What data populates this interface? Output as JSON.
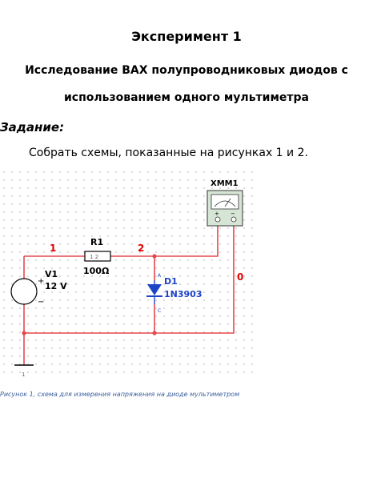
{
  "document": {
    "title": "Эксперимент 1",
    "subtitle_line1": "Исследование ВАХ полупроводниковых диодов с",
    "subtitle_line2": "использованием одного мультиметра",
    "task_label": "Задание:",
    "task_text": "Собрать схемы, показанные на рисунках 1 и 2.",
    "caption": "Рисунок 1, схема для измерения напряжения на диоде мультиметром"
  },
  "schematic": {
    "meter_label": "XMM1",
    "meter_plus": "+",
    "meter_minus": "−",
    "node_1": "1",
    "node_2": "2",
    "node_0": "0",
    "ground_label": "1",
    "resistor_label": "R1",
    "resistor_value": "100Ω",
    "resistor_pins": "1  2",
    "source_label": "V1",
    "source_value": "12 V",
    "source_plus": "+",
    "source_minus": "−",
    "diode_label": "D1",
    "diode_model": "1N3903",
    "diode_pin_a": "A",
    "diode_pin_c": "C",
    "colors": {
      "wire": "#e5484d",
      "node_label": "#e00000",
      "diode": "#1d43c9",
      "component": "#000000",
      "grid_dot": "#9a9a9a",
      "meter_body": "#d7e5d7"
    }
  }
}
